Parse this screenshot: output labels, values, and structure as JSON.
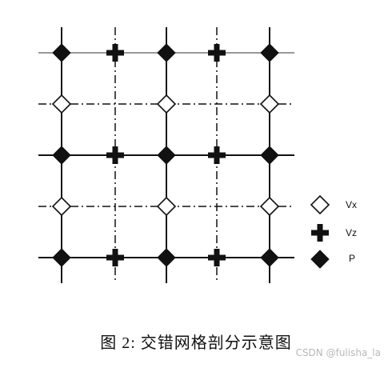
{
  "legend": {
    "items": [
      {
        "key": "vx",
        "label": "Vx",
        "marker": "hollow-diamond"
      },
      {
        "key": "vz",
        "label": "Vz",
        "marker": "plus"
      },
      {
        "key": "p",
        "label": "P",
        "marker": "filled-diamond"
      }
    ]
  },
  "caption": "图 2: 交错网格剖分示意图",
  "watermark": "CSDN @fulisha_la",
  "colors": {
    "line": "#111111",
    "grid_light": "#555555",
    "caption": "#111111",
    "watermark": "#b8b8b8"
  }
}
